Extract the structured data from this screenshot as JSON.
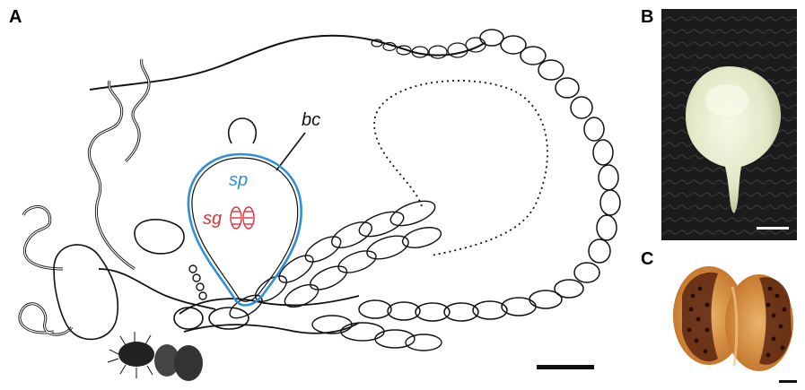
{
  "figure": {
    "panels": {
      "a": {
        "letter": "A"
      },
      "b": {
        "letter": "B"
      },
      "c": {
        "letter": "C"
      }
    },
    "labels": {
      "bursa": "bc",
      "spermatheca": "sp",
      "signum": "sg"
    },
    "colors": {
      "spermatheca_outline": "#2f8fd8",
      "spermatheca_label": "#2f8fd8",
      "signum_label": "#e0303a",
      "drawing_ink": "#111111",
      "photo_b_background": "#1c1c1c",
      "photo_b_sac": "#e9ecd2",
      "photo_c_tissue": "#c8752c",
      "photo_c_dark": "#4a1a08"
    }
  }
}
